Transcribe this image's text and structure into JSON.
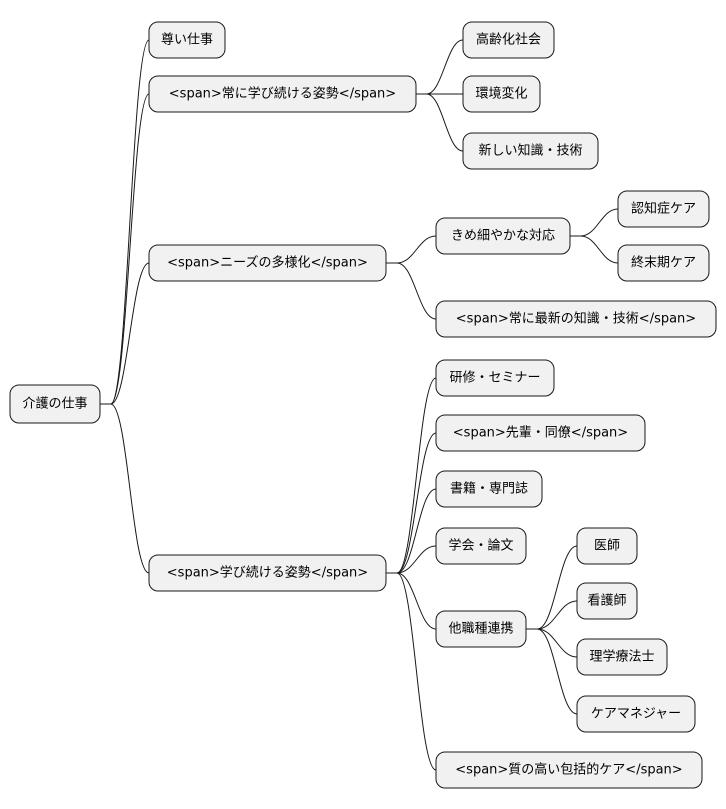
{
  "nodes": [
    {
      "id": "root",
      "label": "介護の仕事"
    },
    {
      "id": "n1",
      "label": "尊い仕事"
    },
    {
      "id": "n2",
      "label": "<span>常に学び続ける姿勢</span>"
    },
    {
      "id": "n2a",
      "label": "高齢化社会"
    },
    {
      "id": "n2b",
      "label": "環境変化"
    },
    {
      "id": "n2c",
      "label": "新しい知識・技術"
    },
    {
      "id": "n3",
      "label": "<span>ニーズの多様化</span>"
    },
    {
      "id": "n3a",
      "label": "きめ細やかな対応"
    },
    {
      "id": "n3a1",
      "label": "認知症ケア"
    },
    {
      "id": "n3a2",
      "label": "終末期ケア"
    },
    {
      "id": "n3b",
      "label": "<span>常に最新の知識・技術</span>"
    },
    {
      "id": "n4",
      "label": "<span>学び続ける姿勢</span>"
    },
    {
      "id": "n4a",
      "label": "研修・セミナー"
    },
    {
      "id": "n4b",
      "label": "<span>先輩・同僚</span>"
    },
    {
      "id": "n4c",
      "label": "書籍・専門誌"
    },
    {
      "id": "n4d",
      "label": "学会・論文"
    },
    {
      "id": "n4e",
      "label": "他職種連携"
    },
    {
      "id": "n4e1",
      "label": "医師"
    },
    {
      "id": "n4e2",
      "label": "看護師"
    },
    {
      "id": "n4e3",
      "label": "理学療法士"
    },
    {
      "id": "n4e4",
      "label": "ケアマネジャー"
    },
    {
      "id": "n4f",
      "label": "<span>質の高い包括的ケア</span>"
    }
  ],
  "edges": [
    [
      "root",
      "n1"
    ],
    [
      "root",
      "n2"
    ],
    [
      "root",
      "n3"
    ],
    [
      "root",
      "n4"
    ],
    [
      "n2",
      "n2a"
    ],
    [
      "n2",
      "n2b"
    ],
    [
      "n2",
      "n2c"
    ],
    [
      "n3",
      "n3a"
    ],
    [
      "n3",
      "n3b"
    ],
    [
      "n3a",
      "n3a1"
    ],
    [
      "n3a",
      "n3a2"
    ],
    [
      "n4",
      "n4a"
    ],
    [
      "n4",
      "n4b"
    ],
    [
      "n4",
      "n4c"
    ],
    [
      "n4",
      "n4d"
    ],
    [
      "n4",
      "n4e"
    ],
    [
      "n4",
      "n4f"
    ],
    [
      "n4e",
      "n4e1"
    ],
    [
      "n4e",
      "n4e2"
    ],
    [
      "n4e",
      "n4e3"
    ],
    [
      "n4e",
      "n4e4"
    ]
  ]
}
